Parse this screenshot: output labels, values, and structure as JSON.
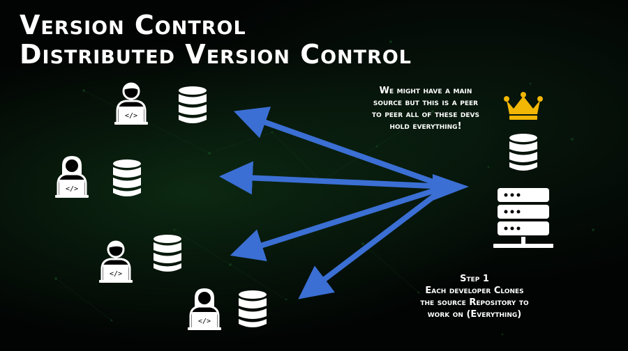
{
  "title": {
    "line1": "Version Control",
    "line2": "Distributed Version Control"
  },
  "peer_note": {
    "lines": [
      "We might have a main",
      "source but this is a peer",
      "to peer all of these devs",
      "hold everything!"
    ]
  },
  "step_note": {
    "lines": [
      "Step 1",
      "Each developer Clones",
      "the source Repository to",
      "work on (Everything)"
    ]
  },
  "laptop_code_symbol": "</>",
  "colors": {
    "background": "#020403",
    "text": "#ffffff",
    "arrow": "#3b6fd4",
    "crown": "#f2b705",
    "icon": "#ffffff"
  },
  "icons": [
    "developer-male-icon",
    "developer-female-icon",
    "database-icon",
    "crown-icon",
    "server-icon"
  ]
}
